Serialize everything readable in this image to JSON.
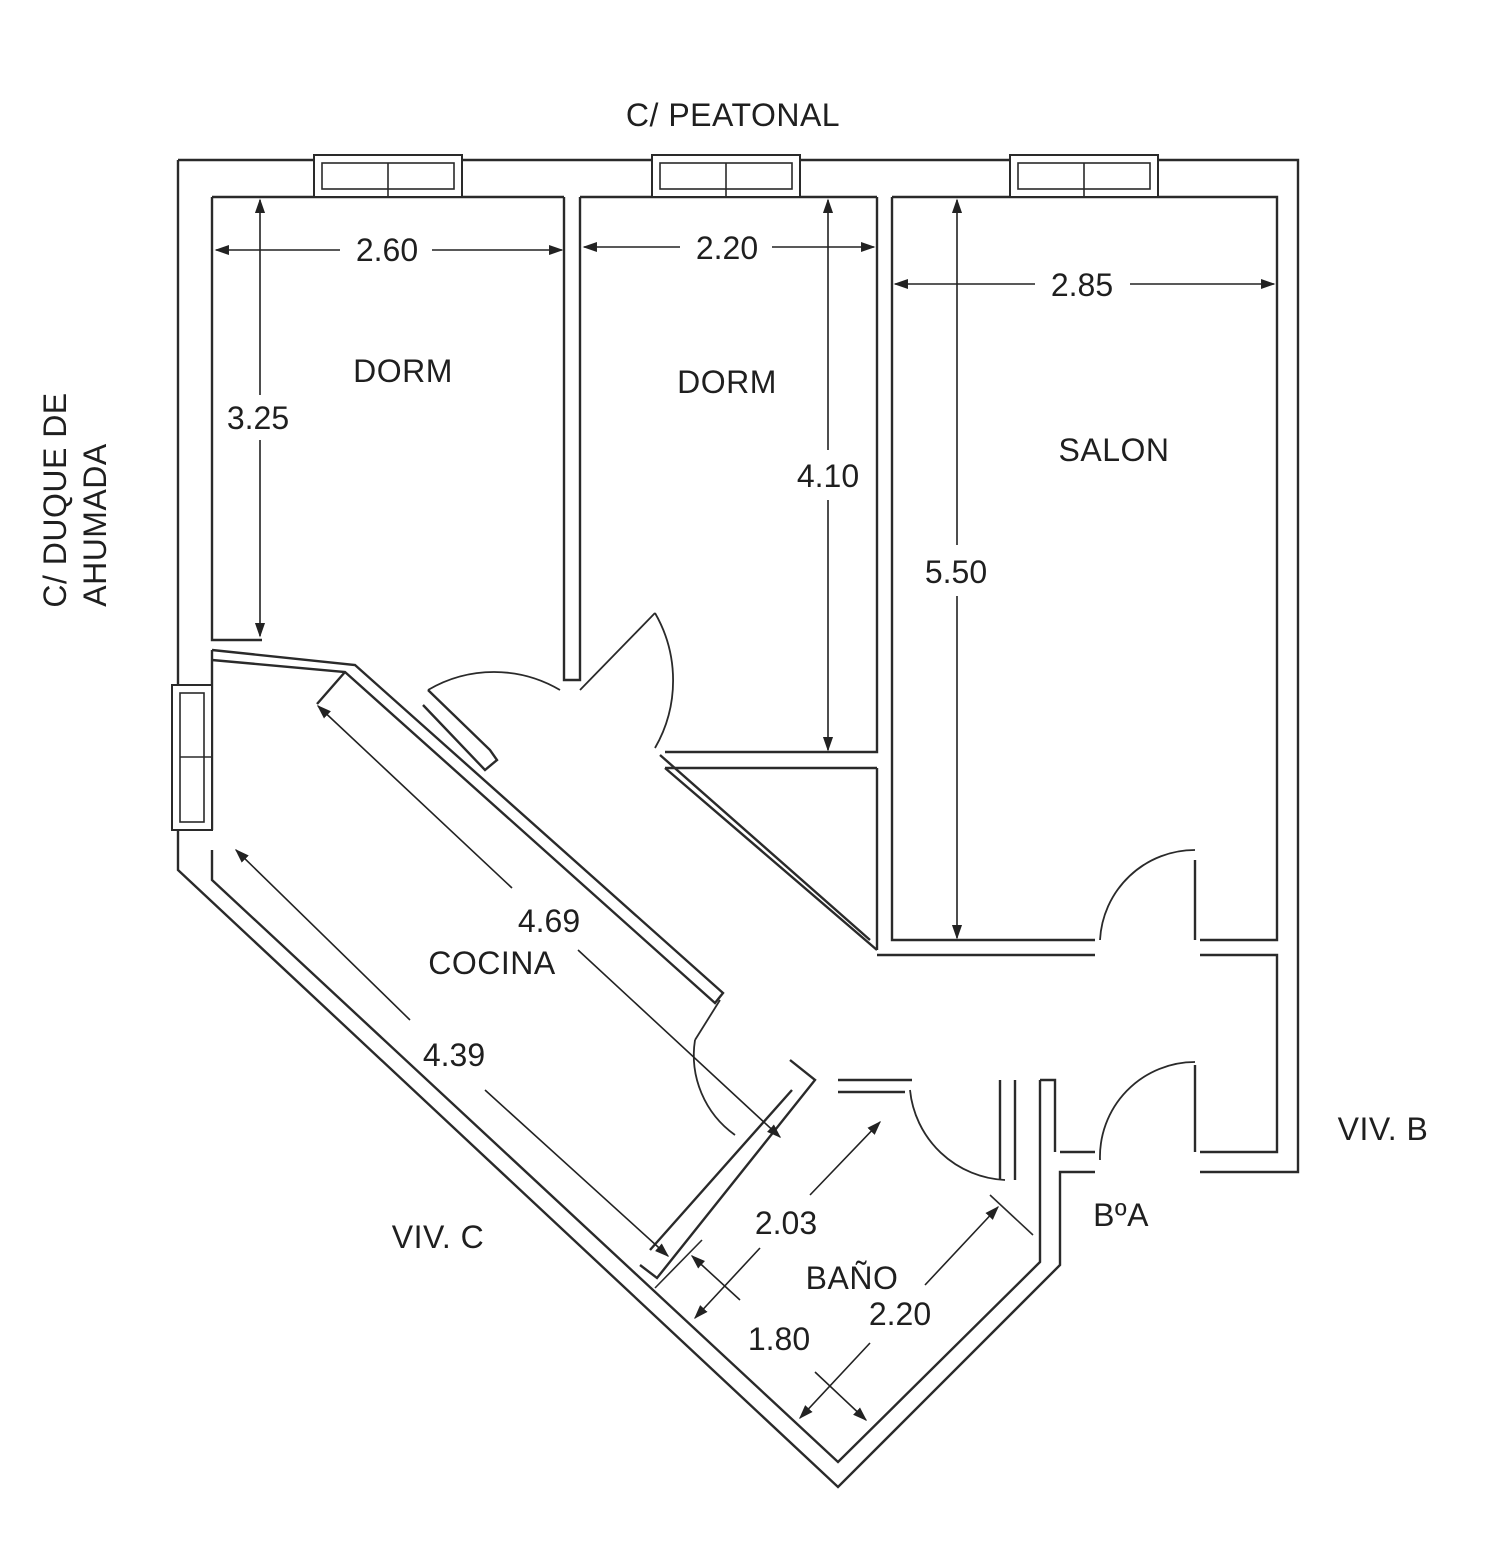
{
  "streets": {
    "north": "C/ PEATONAL",
    "west_line1": "C/ DUQUE DE",
    "west_line2": "AHUMADA"
  },
  "neighbors": {
    "east": "VIV. B",
    "south_west": "VIV. C",
    "hall": "BºA"
  },
  "rooms": {
    "dorm1": "DORM",
    "dorm2": "DORM",
    "salon": "SALON",
    "cocina": "COCINA",
    "bano": "BAÑO"
  },
  "dimensions": {
    "dorm1_width": "2.60",
    "dorm1_depth": "3.25",
    "dorm2_width": "2.20",
    "dorm2_depth": "4.10",
    "salon_width": "2.85",
    "salon_depth": "5.50",
    "cocina_upper": "4.69",
    "cocina_lower": "4.39",
    "bano_a": "2.03",
    "bano_b": "2.20",
    "bano_c": "1.80"
  }
}
